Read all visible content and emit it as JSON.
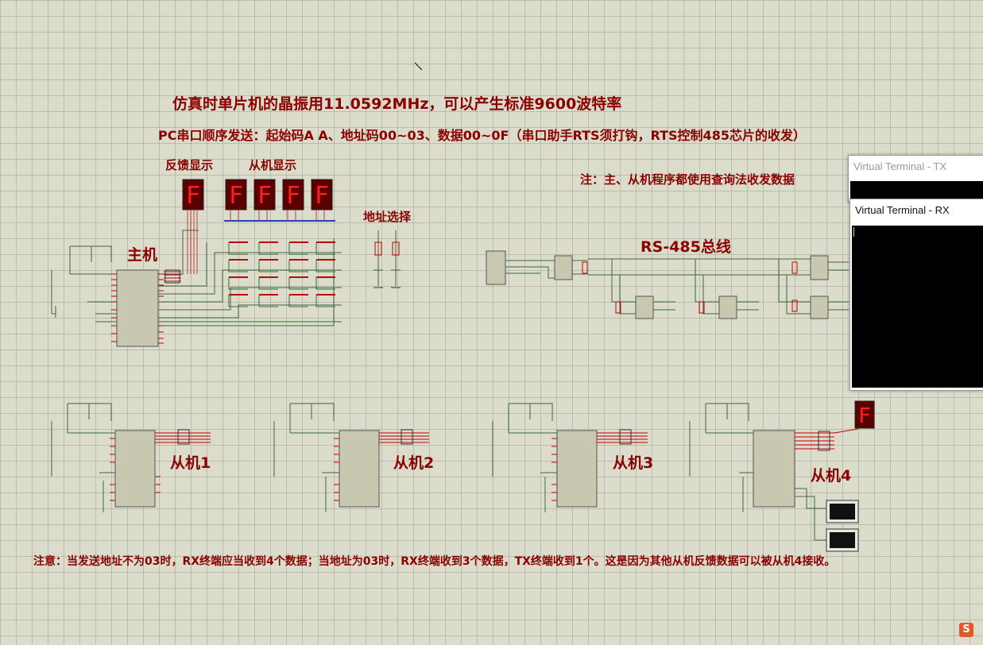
{
  "title": "仿真时单片机的晶振用11.0592MHz，可以产生标准9600波特率",
  "subtitle": "PC串口顺序发送：起始码A A、地址码00~03、数据00~0F（串口助手RTS须打钩，RTS控制485芯片的收发）",
  "labels": {
    "feedback_display": "反馈显示",
    "slave_display": "从机显示",
    "address_select": "地址选择",
    "note_polling": "注：主、从机程序都使用查询法收发数据",
    "bus": "RS-485总线",
    "master": "主机",
    "slave1": "从机1",
    "slave2": "从机2",
    "slave3": "从机3",
    "slave4": "从机4",
    "bottom_note": "注意：当发送地址不为03时，RX终端应当收到4个数据；当地址为03时，RX终端收到3个数据，TX终端收到1个。这是因为其他从机反馈数据可以被从机4接收。"
  },
  "displays": {
    "feedback_digit": "F",
    "slave_digits": [
      "F",
      "F",
      "F",
      "F"
    ],
    "slave4_digit": "F"
  },
  "terminals": {
    "tx_title": "Virtual Terminal - TX",
    "rx_title": "Virtual Terminal - RX"
  },
  "colors": {
    "background": "#dcdccc",
    "label": "#8b0000",
    "wire": "#3a6a3a",
    "chip": "#c8c8b0",
    "pin": "#c00000"
  },
  "icons": {
    "corner_badge": "sogou-s-icon"
  }
}
